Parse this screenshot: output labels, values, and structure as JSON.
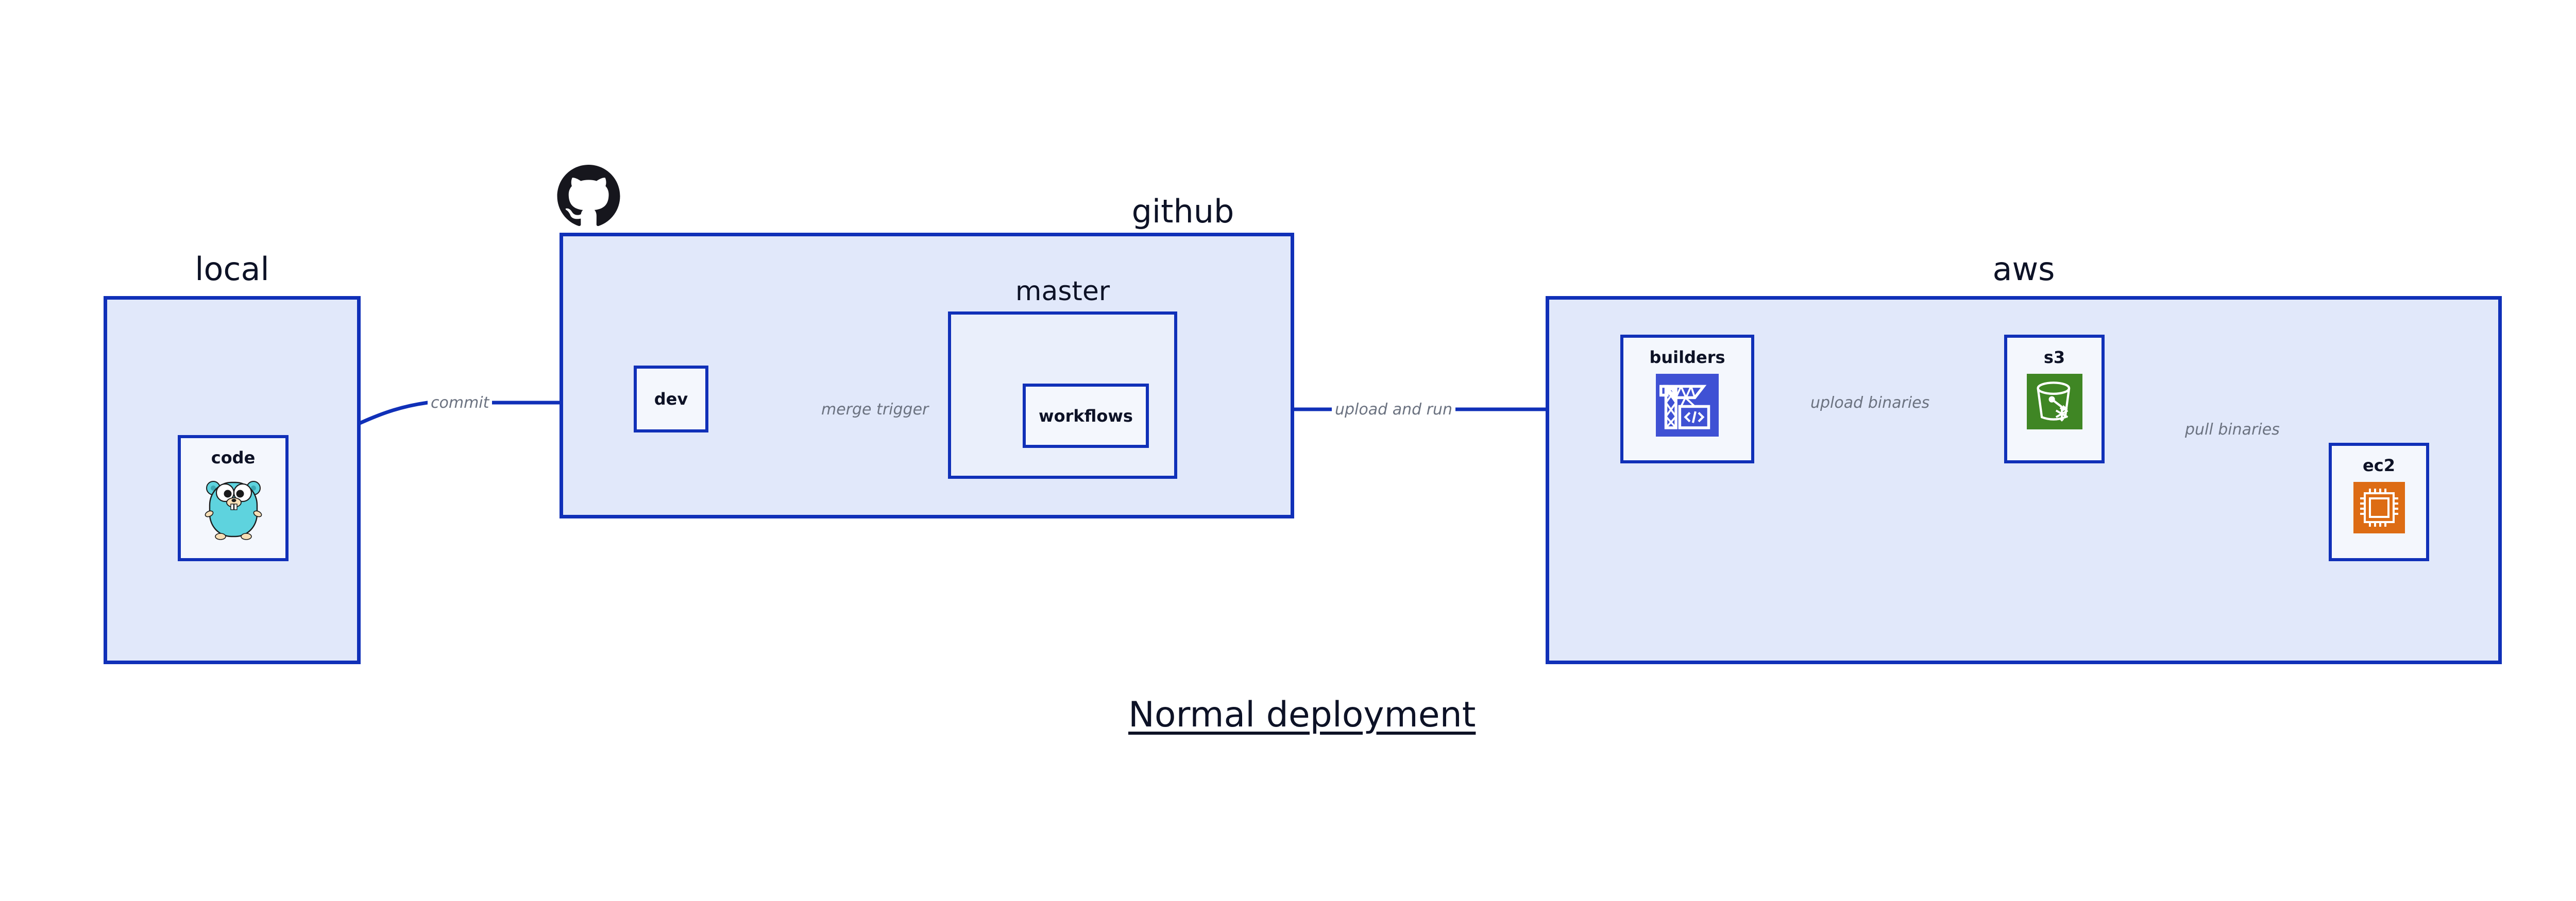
{
  "diagram": {
    "caption": "Normal deployment",
    "background": "#ffffff",
    "colors": {
      "group_fill": "#e1e8fa",
      "subgroup_fill": "#eaeffb",
      "node_fill": "#f4f7fd",
      "border": "#1030b8",
      "edge": "#1030b8",
      "label_text": "#0d1226",
      "edge_label_text": "#6b7280",
      "builders_icon_bg": "#3f51d4",
      "s3_icon_bg": "#3f8624",
      "ec2_icon_bg": "#dd6c14",
      "gopher_body": "#5ed3de",
      "gopher_snout": "#f7dfb6",
      "github_mark": "#16161d"
    }
  },
  "groups": [
    {
      "id": "local",
      "title": "local"
    },
    {
      "id": "github",
      "title": "github"
    },
    {
      "id": "aws",
      "title": "aws"
    }
  ],
  "subgroups": [
    {
      "id": "master",
      "title": "master",
      "parent": "github"
    }
  ],
  "nodes": [
    {
      "id": "code",
      "label": "code",
      "icon": "go-gopher-icon",
      "parent": "local"
    },
    {
      "id": "dev",
      "label": "dev",
      "icon": "none",
      "parent": "github"
    },
    {
      "id": "workflows",
      "label": "workflows",
      "icon": "none",
      "parent": "master"
    },
    {
      "id": "builders",
      "label": "builders",
      "icon": "aws-codebuild-icon",
      "parent": "aws"
    },
    {
      "id": "s3",
      "label": "s3",
      "icon": "aws-s3-bucket-icon",
      "parent": "aws"
    },
    {
      "id": "ec2",
      "label": "ec2",
      "icon": "aws-ec2-chip-icon",
      "parent": "aws"
    }
  ],
  "edges": [
    {
      "id": "commit",
      "label": "commit",
      "from": "code",
      "to": "dev"
    },
    {
      "id": "merge-trigger",
      "label": "merge trigger",
      "from": "dev",
      "to": "workflows"
    },
    {
      "id": "upload-and-run",
      "label": "upload and run",
      "from": "workflows",
      "to": "builders"
    },
    {
      "id": "upload-binaries",
      "label": "upload binaries",
      "from": "builders",
      "to": "s3"
    },
    {
      "id": "pull-binaries",
      "label": "pull binaries",
      "from": "s3",
      "to": "ec2"
    }
  ],
  "icons": {
    "github_mark": "github-octocat-icon"
  }
}
